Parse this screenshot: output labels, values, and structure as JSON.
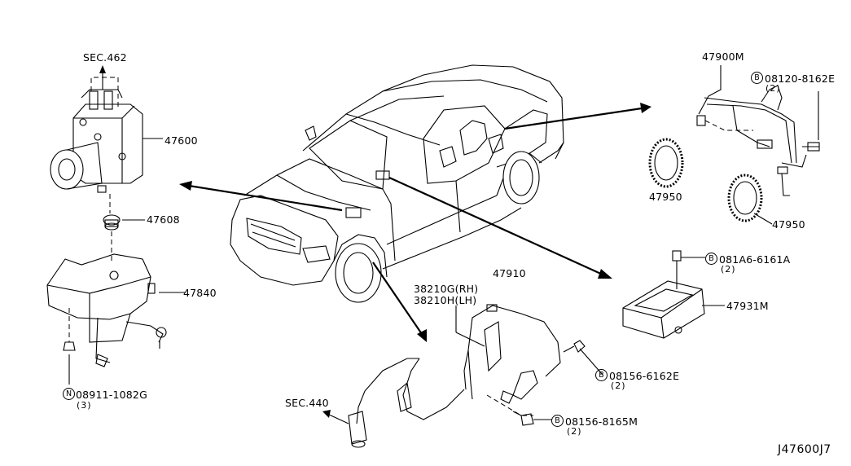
{
  "diagram_code": "J47600J7",
  "parts": {
    "p47600": "47600",
    "p47608": "47608",
    "p47840": "47840",
    "p47900m": "47900M",
    "p47950a": "47950",
    "p47950b": "47950",
    "p47910": "47910",
    "p47931m": "47931M",
    "p38210g": "38210G(RH)",
    "p38210h": "38210H(LH)"
  },
  "fasteners": {
    "f1": {
      "marker": "N",
      "number": "08911-1082G",
      "qty": "(3)"
    },
    "f2": {
      "marker": "B",
      "number": "08120-8162E",
      "qty": "(2)"
    },
    "f3": {
      "marker": "B",
      "number": "081A6-6161A",
      "qty": "(2)"
    },
    "f4": {
      "marker": "B",
      "number": "08156-6162E",
      "qty": "(2)"
    },
    "f5": {
      "marker": "B",
      "number": "08156-8165M",
      "qty": "(2)"
    }
  },
  "section_refs": {
    "sec462": "SEC.462",
    "sec440": "SEC.440"
  }
}
